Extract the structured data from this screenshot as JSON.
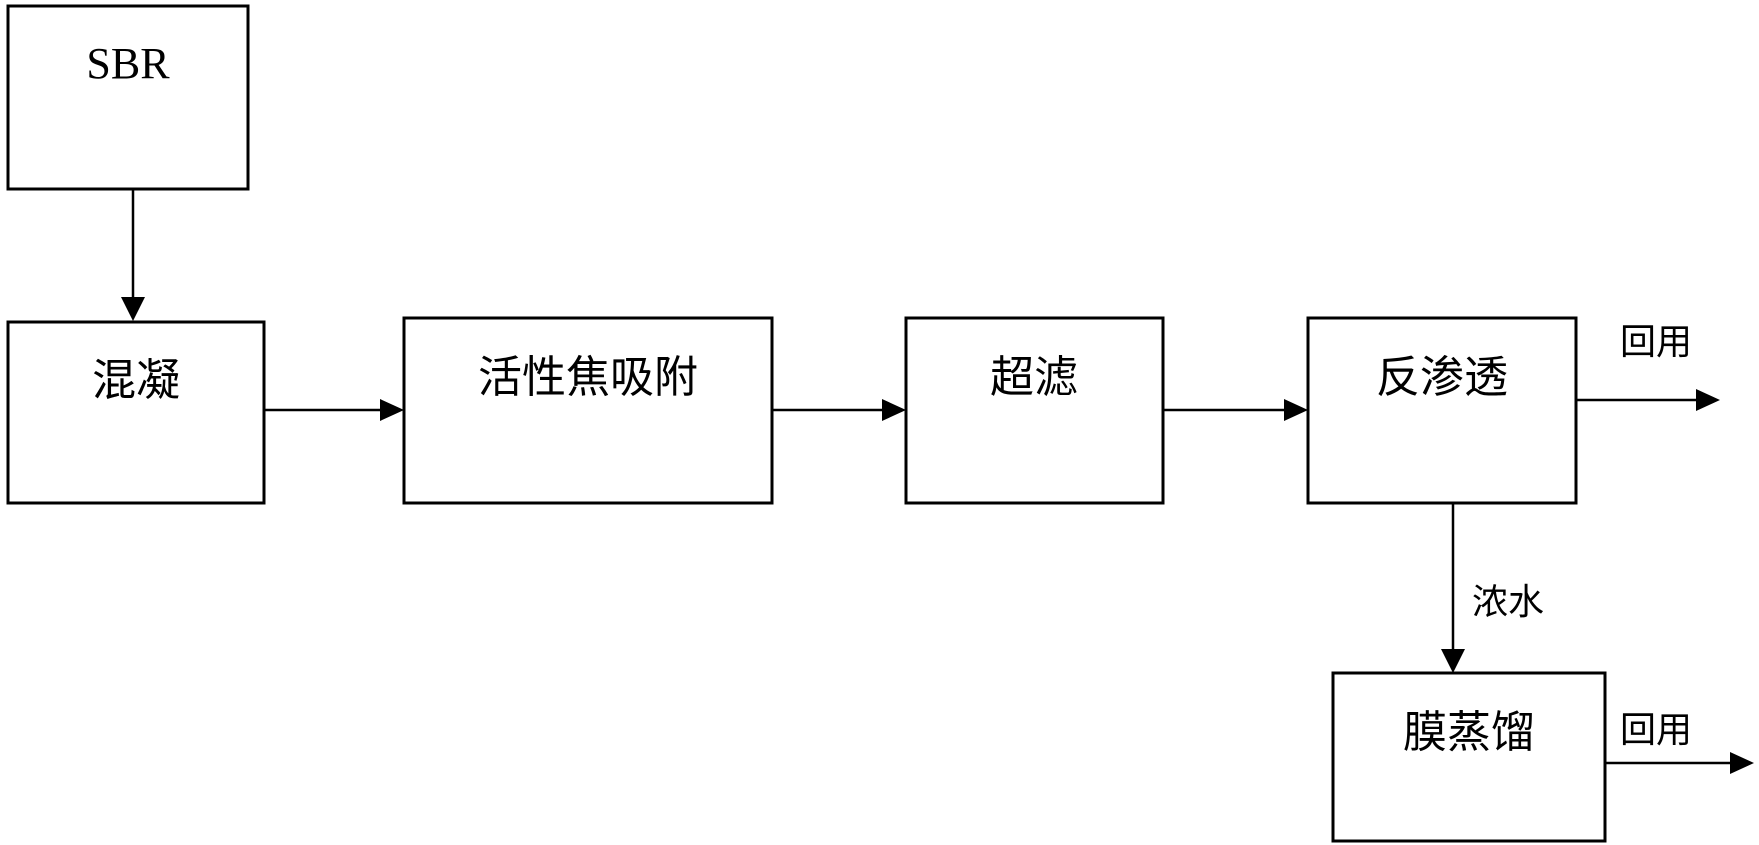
{
  "nodes": {
    "sbr": "SBR",
    "coagulation": "混凝",
    "activated_coke": "活性焦吸附",
    "ultrafiltration": "超滤",
    "reverse_osmosis": "反渗透",
    "membrane_distillation": "膜蒸馏"
  },
  "labels": {
    "ro_reuse": "回用",
    "md_reuse": "回用",
    "concentrate": "浓水"
  }
}
